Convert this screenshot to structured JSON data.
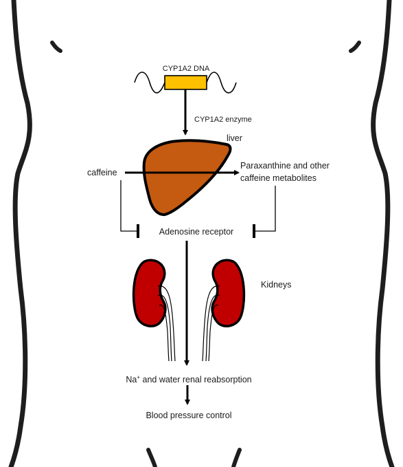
{
  "labels": {
    "gene": "CYP1A2 DNA",
    "enzyme": "CYP1A2 enzyme",
    "liver": "liver",
    "caffeine": "caffeine",
    "metabolites_line1": "Paraxanthine and other",
    "metabolites_line2": "caffeine metabolites",
    "receptor": "Adenosine receptor",
    "kidneys": "Kidneys",
    "reabsorption_prefix": "Na",
    "reabsorption_sup": "+",
    "reabsorption_suffix": " and water renal reabsorption",
    "bp": "Blood pressure control"
  },
  "colors": {
    "gene_box": "#FFC000",
    "liver": "#C55A11",
    "kidney": "#C00000",
    "outline": "#000000",
    "body_outline": "#1e1e1e"
  },
  "icons": {
    "inhibition_marker": "t-bar-inhibition",
    "arrowhead": "arrowhead"
  }
}
